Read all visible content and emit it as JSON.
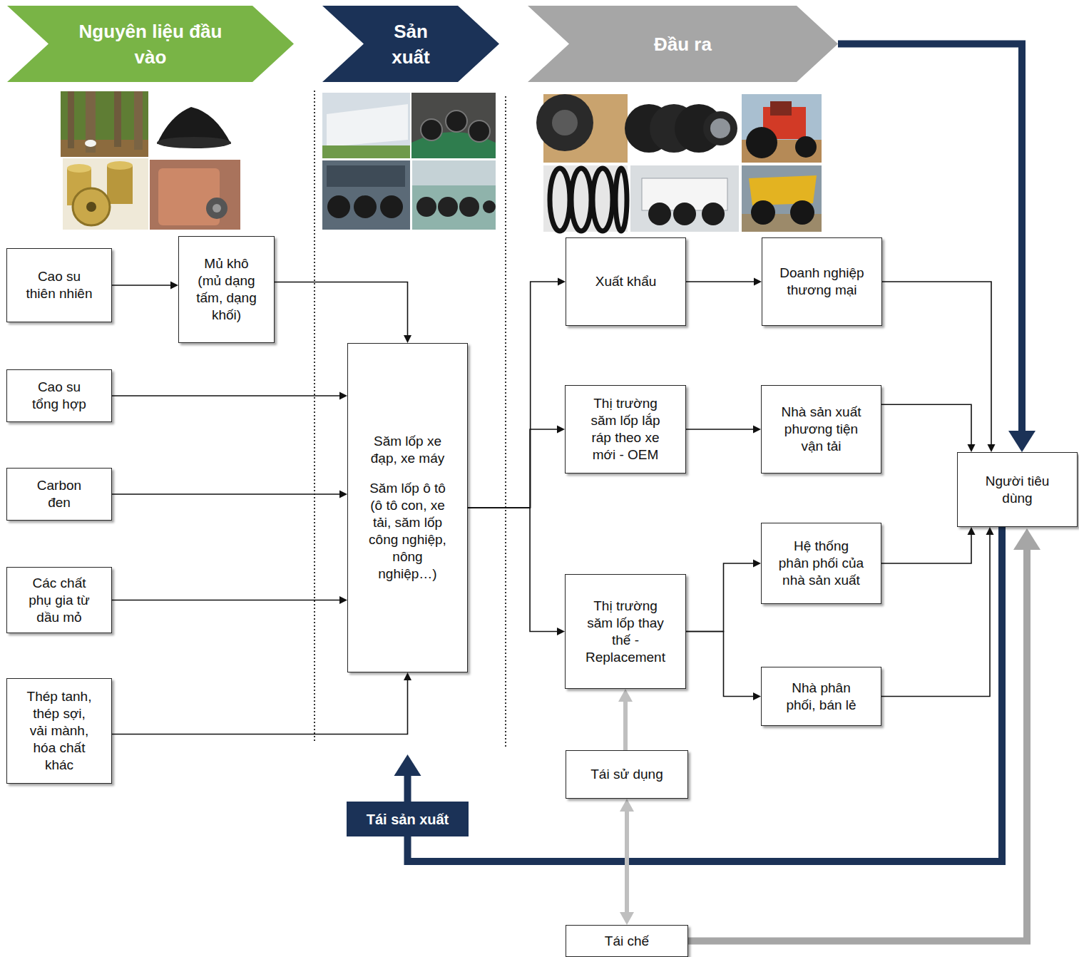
{
  "diagram": {
    "nodes": [
      {
        "text": [
          "Nguyên liệu đầu vào"
        ]
      },
      {
        "text": [
          "Sản xuất"
        ]
      },
      {
        "text": [
          "Đầu ra"
        ]
      },
      {
        "text": [
          "Cao su thiên nhiên"
        ]
      },
      {
        "text": [
          "Mủ khô (mủ dạng tấm, dạng khối)"
        ]
      },
      {
        "text": [
          "Cao su tổng hợp"
        ]
      },
      {
        "text": [
          "Carbon đen"
        ]
      },
      {
        "text": [
          "Các chất phụ gia từ dầu mỏ"
        ]
      },
      {
        "text": [
          "Thép tanh, thép sợi, vải mành, hóa chất khác"
        ]
      },
      {
        "text": [
          "Săm lốp xe đạp, xe máy",
          "Săm lốp ô tô (ô tô con, xe tải, săm lốp công nghiệp, nông nghiệp…)"
        ]
      },
      {
        "text": [
          "Xuất khẩu"
        ]
      },
      {
        "text": [
          "Doanh nghiệp thương mại"
        ]
      },
      {
        "text": [
          "Thị trường săm lốp lắp ráp theo xe mới - OEM"
        ]
      },
      {
        "text": [
          "Nhà sản xuất phương tiện vận tải"
        ]
      },
      {
        "text": [
          "Người tiêu dùng"
        ]
      },
      {
        "text": [
          "Hệ thống phân phối của nhà sản xuất"
        ]
      },
      {
        "text": [
          "Thị trường săm lốp thay thế - Replacement"
        ]
      },
      {
        "text": [
          "Nhà phân phối, bán lẻ"
        ]
      },
      {
        "text": [
          "Tái sử dụng"
        ]
      },
      {
        "text": [
          "Tái sản xuất"
        ]
      },
      {
        "text": [
          "Tái chế"
        ]
      }
    ],
    "edges": [
      {
        "from": 3,
        "to": 4,
        "arrow": "to"
      },
      {
        "from": 4,
        "to": 9,
        "arrow": "to"
      },
      {
        "from": 5,
        "to": 9,
        "arrow": "to"
      },
      {
        "from": 6,
        "to": 9,
        "arrow": "to"
      },
      {
        "from": 7,
        "to": 9,
        "arrow": "to"
      },
      {
        "from": 8,
        "to": 9,
        "arrow": "to"
      },
      {
        "from": 9,
        "to": 10,
        "arrow": "to"
      },
      {
        "from": 9,
        "to": 12,
        "arrow": "to"
      },
      {
        "from": 9,
        "to": 16,
        "arrow": "to"
      },
      {
        "from": 10,
        "to": 11,
        "arrow": "to"
      },
      {
        "from": 12,
        "to": 13,
        "arrow": "to"
      },
      {
        "from": 16,
        "to": 15,
        "arrow": "to"
      },
      {
        "from": 16,
        "to": 17,
        "arrow": "to"
      },
      {
        "from": 11,
        "to": 14,
        "arrow": "to"
      },
      {
        "from": 13,
        "to": 14,
        "arrow": "to"
      },
      {
        "from": 15,
        "to": 14,
        "arrow": "to"
      },
      {
        "from": 17,
        "to": 14,
        "arrow": "to"
      },
      {
        "from": 2,
        "to": 14,
        "arrow": "to"
      },
      {
        "from": 14,
        "to": 19,
        "arrow": "none"
      },
      {
        "from": 19,
        "to": 9,
        "arrow": "to"
      },
      {
        "from": 20,
        "to": 14,
        "arrow": "to"
      },
      {
        "from": 20,
        "to": 18,
        "arrow": "both"
      },
      {
        "from": 18,
        "to": 16,
        "arrow": "to"
      }
    ]
  }
}
